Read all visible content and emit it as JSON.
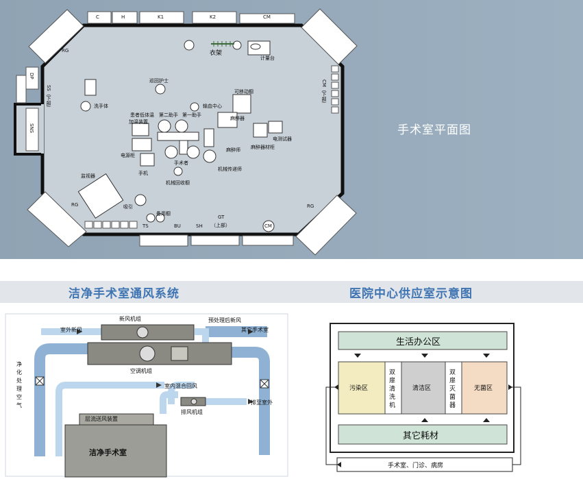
{
  "plan": {
    "title": "手术室平面图",
    "wall_labels": {
      "c": "C",
      "h": "H",
      "k1": "K1",
      "k2": "K2",
      "cm_top": "CM",
      "cm_bottom": "CM",
      "cm_right": "CM（下部）",
      "rg_tl": "RG",
      "rg_bl": "RG",
      "rg_br": "RG",
      "dp": "DP",
      "ss": "SS（下部）",
      "sns": "SNS",
      "ts": "TS",
      "bu": "BU",
      "sh": "SH",
      "gt": "GT",
      "gt_sub": "（上部）"
    },
    "labels": {
      "clothes_rack": "衣架",
      "counter": "计量台",
      "circ_nurse": "巡回护士",
      "scrub_sink": "洗手体",
      "mobile_cart": "可移动橱",
      "transfusion_center": "输血中心",
      "patient_warmer_1": "患者低体温",
      "patient_warmer_2": "加温装置",
      "assistant_2": "第二助手",
      "assistant_1": "第一助手",
      "anesthesia_machine": "麻醉器",
      "anesthetist": "麻醉师",
      "anesthesia_cabinet": "麻醉器材柜",
      "ecg_monitor": "电测试器",
      "surgeon": "手术者",
      "power_cabinet": "电源柜",
      "instrument_passer": "机械传递师",
      "handset": "手机",
      "instrument_recovery": "机械回收橱",
      "monitor": "监视器",
      "suction": "吸引",
      "standby_cabinet": "备用橱"
    }
  },
  "hvac": {
    "section_title": "洁净手术室通风系统",
    "labels": {
      "fresh_air_unit": "新风机组",
      "outdoor_fresh_air": "室外新风",
      "pretreated_fresh_air": "预处理后新风",
      "other_or": "其它手术室",
      "purify_air": "净化处理空气",
      "ahu": "空调机组",
      "indoor_return": "室内混合回风",
      "laminar_supply": "层流送风装置",
      "exhaust_outdoor": "排至室外",
      "exhaust_unit": "排风机组",
      "clean_or": "洁净手术室"
    }
  },
  "cssd": {
    "section_title": "医院中心供应室示意图",
    "office": "生活办公区",
    "contaminated": "污染区",
    "washer": "双扉清洗机",
    "clean": "清洁区",
    "sterilizer": "双扉灭菌器",
    "sterile": "无菌区",
    "consumables": "其它耗材",
    "destinations": "手术室、门诊、病房"
  }
}
